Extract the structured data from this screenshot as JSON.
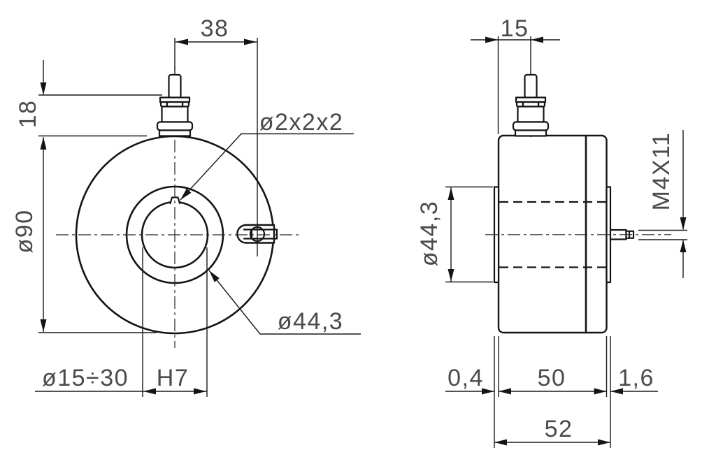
{
  "colors": {
    "background": "#ffffff",
    "line": "#141414",
    "dimension_text": "#4a4a4a"
  },
  "front_view": {
    "dim_pin_offset": "38",
    "dim_connector_height": "18",
    "dim_outer_diameter": "ø90",
    "keyway_callout": "ø2x2x2",
    "boss_diameter_callout": "ø44,3",
    "bore_diameter_range": "ø15÷30",
    "bore_fit_class": "H7"
  },
  "side_view": {
    "dim_connector_offset": "15",
    "dim_boss_diameter": "ø44,3",
    "shaft_thread_callout": "M4X11",
    "dim_front_pad": "0,4",
    "dim_body_length": "50",
    "dim_rear_pad": "1,6",
    "dim_overall_length": "52"
  }
}
